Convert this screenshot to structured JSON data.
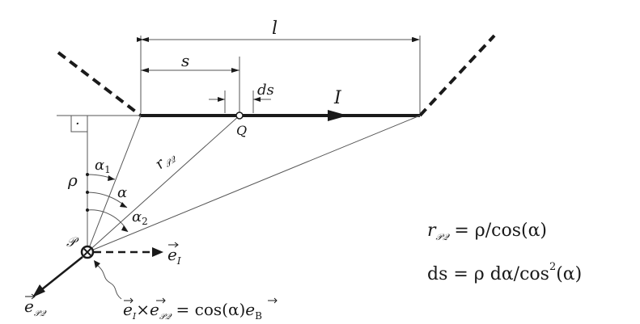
{
  "labels": {
    "l": "l",
    "s": "s",
    "ds": "ds",
    "I": "I",
    "Q": "Q",
    "r_pq": "r",
    "r_pq_sub": "𝒫𝒬",
    "alpha1": "α",
    "alpha1_sub": "1",
    "alpha": "α",
    "alpha2": "α",
    "alpha2_sub": "2",
    "rho": "ρ",
    "P": "𝒫",
    "e_I": "e",
    "e_I_sub": "I",
    "e_pq": "e",
    "e_pq_sub": "𝒫𝒬",
    "right_angle_dot": "·"
  },
  "equations": {
    "eq1_lhs": "r",
    "eq1_lhs_sub": "𝒫𝒬",
    "eq1_rhs": " = ρ/cos(α)",
    "eq2": "ds = ρ dα/cos",
    "eq2_sup": "2",
    "eq2_tail": "(α)",
    "eq3_a": "e",
    "eq3_a_sub": "I",
    "eq3_x": "×",
    "eq3_b": "e",
    "eq3_b_sub": "𝒫𝒬",
    "eq3_rhs": " = cos(α)",
    "eq3_c": "e",
    "eq3_c_sub": "B"
  },
  "colors": {
    "ink": "#1a1a1a",
    "thin": "#555555"
  }
}
